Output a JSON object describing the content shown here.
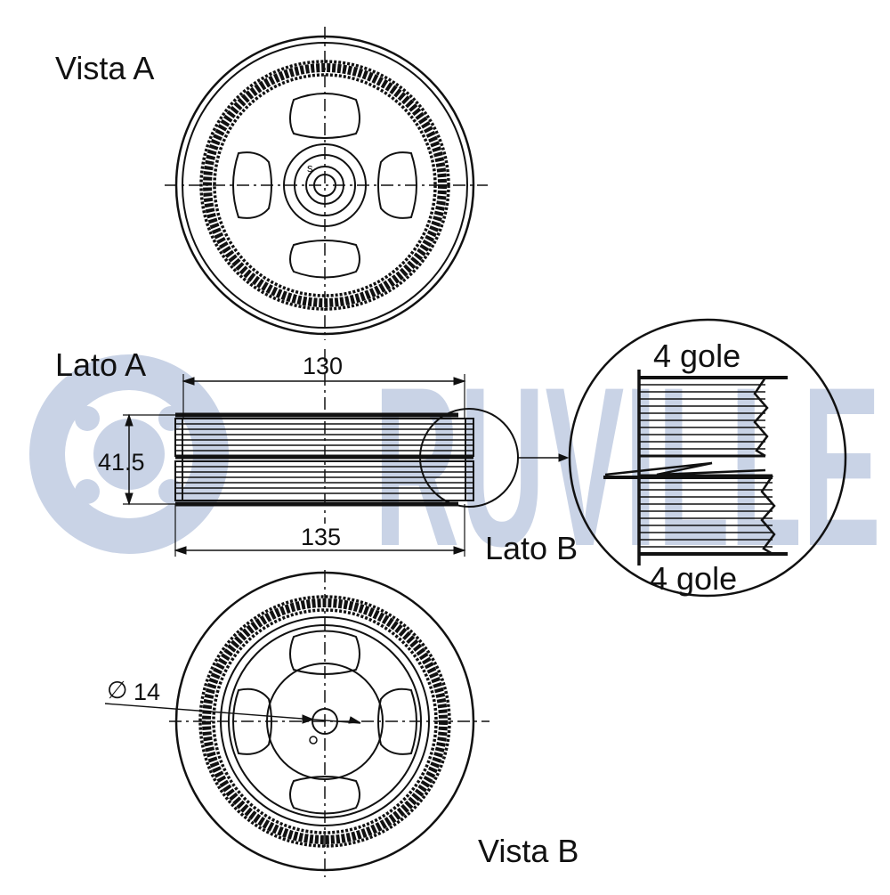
{
  "watermark": {
    "brand_text": "RUVILLE",
    "color": "#c9d3e6"
  },
  "labels": {
    "vista_a": "Vista A",
    "vista_b": "Vista B",
    "lato_a": "Lato A",
    "lato_b": "Lato B"
  },
  "dimensions": {
    "width_top": "130",
    "width_bottom": "135",
    "height": "41.5",
    "bore": "14"
  },
  "detail": {
    "grooves_top": "4 gole",
    "grooves_bottom": "4 gole"
  },
  "colors": {
    "line": "#111111",
    "watermark": "#c9d3e6"
  }
}
